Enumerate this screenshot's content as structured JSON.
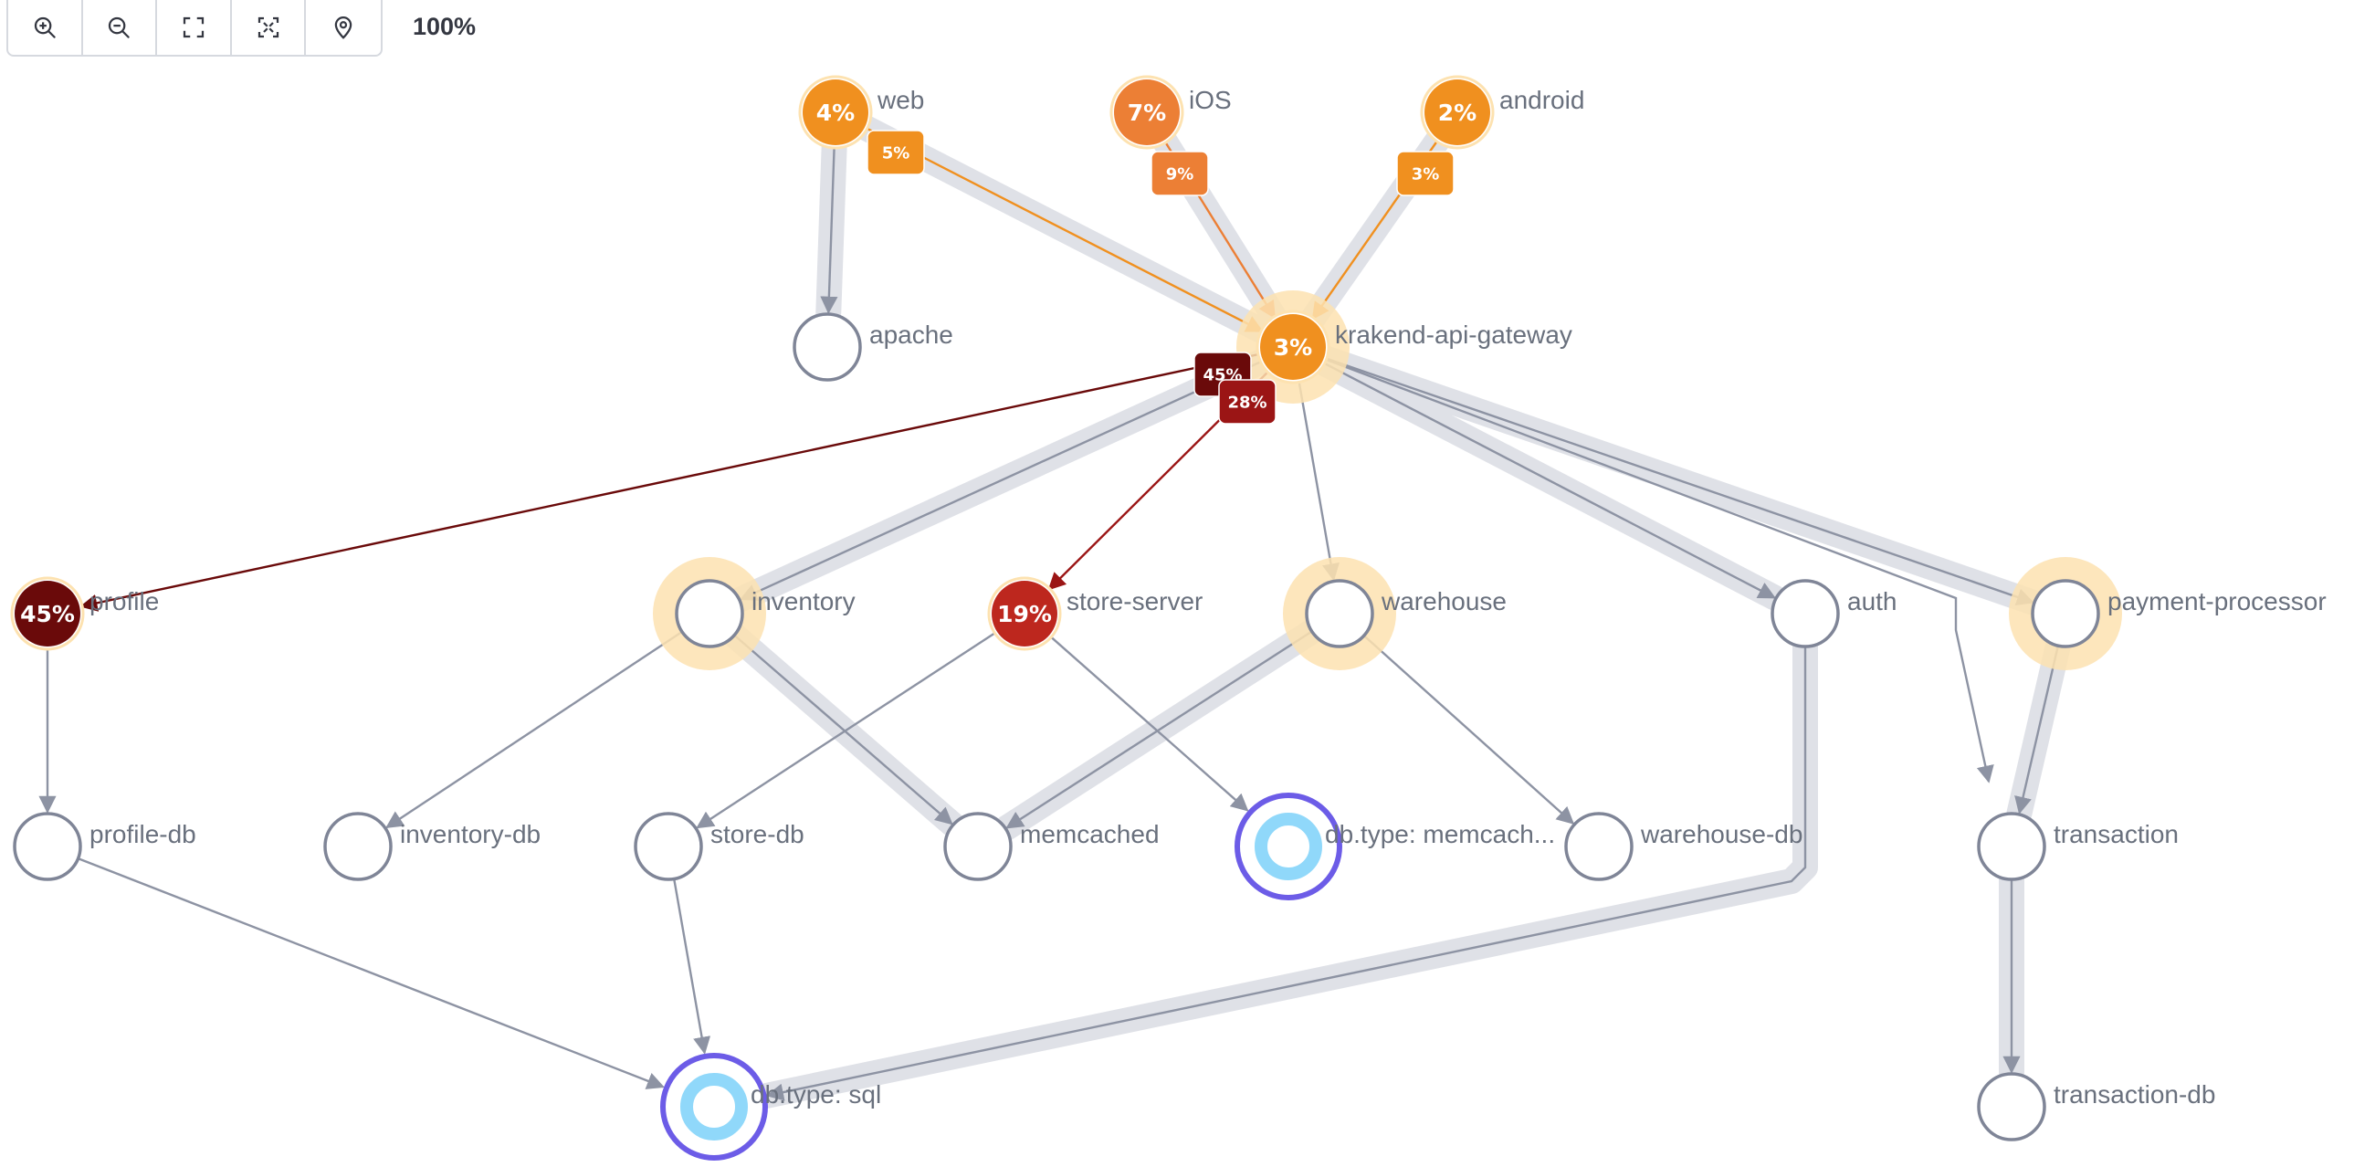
{
  "toolbar": {
    "buttons": [
      {
        "name": "zoom-in-button",
        "icon": "zoom-in-icon"
      },
      {
        "name": "zoom-out-button",
        "icon": "zoom-out-icon"
      },
      {
        "name": "fit-to-screen-button",
        "icon": "fit-screen-icon"
      },
      {
        "name": "center-button",
        "icon": "expand-icon"
      },
      {
        "name": "focus-node-button",
        "icon": "map-pin-icon"
      }
    ],
    "zoom_level": "100%"
  },
  "colors": {
    "edge_gray": "#8d93a3",
    "edge_highlight": "#dfe1e7",
    "halo": "#fde2b0",
    "orange": "#f0901f",
    "orange_dark": "#ec7f35",
    "red": "#bd271e",
    "dark_red": "#6a0a0a",
    "external_ring": "#6c5ce7",
    "external_inner": "#90d8fa"
  },
  "nodes": [
    {
      "id": "web",
      "label": "web",
      "pct": "4%",
      "fill": "#f0901f"
    },
    {
      "id": "ios",
      "label": "iOS",
      "pct": "7%",
      "fill": "#ec7f35"
    },
    {
      "id": "android",
      "label": "android",
      "pct": "2%",
      "fill": "#f0901f"
    },
    {
      "id": "apache",
      "label": "apache",
      "pct": ""
    },
    {
      "id": "gateway",
      "label": "krakend-api-gateway",
      "pct": "3%",
      "fill": "#f0901f",
      "halo": true
    },
    {
      "id": "profile",
      "label": "profile",
      "pct": "45%",
      "fill": "#6a0a0a"
    },
    {
      "id": "inventory",
      "label": "inventory",
      "pct": "",
      "halo": true
    },
    {
      "id": "store-server",
      "label": "store-server",
      "pct": "19%",
      "fill": "#bd271e"
    },
    {
      "id": "warehouse",
      "label": "warehouse",
      "pct": "",
      "halo": true
    },
    {
      "id": "auth",
      "label": "auth",
      "pct": ""
    },
    {
      "id": "payment-processor",
      "label": "payment-processor",
      "pct": "",
      "halo": true
    },
    {
      "id": "profile-db",
      "label": "profile-db",
      "pct": ""
    },
    {
      "id": "inventory-db",
      "label": "inventory-db",
      "pct": ""
    },
    {
      "id": "store-db",
      "label": "store-db",
      "pct": ""
    },
    {
      "id": "memcached",
      "label": "memcached",
      "pct": ""
    },
    {
      "id": "db-memcached",
      "label": "db.type: memcach...",
      "pct": "",
      "external": true
    },
    {
      "id": "warehouse-db",
      "label": "warehouse-db",
      "pct": ""
    },
    {
      "id": "transaction",
      "label": "transaction",
      "pct": ""
    },
    {
      "id": "db-sql",
      "label": "db.type: sql",
      "pct": "",
      "external": true
    },
    {
      "id": "transaction-db",
      "label": "transaction-db",
      "pct": ""
    }
  ],
  "edges": [
    {
      "from": "web",
      "to": "apache",
      "highlight": true
    },
    {
      "from": "web",
      "to": "gateway",
      "color": "#f0901f",
      "badge": "5%",
      "highlight": true
    },
    {
      "from": "ios",
      "to": "gateway",
      "color": "#ec7f35",
      "badge": "9%",
      "highlight": true
    },
    {
      "from": "android",
      "to": "gateway",
      "color": "#f0901f",
      "badge": "3%",
      "highlight": true
    },
    {
      "from": "gateway",
      "to": "profile",
      "color": "#6a0a0a",
      "badge": "45%"
    },
    {
      "from": "gateway",
      "to": "store-server",
      "color": "#9b1515",
      "badge": "28%"
    },
    {
      "from": "gateway",
      "to": "inventory",
      "highlight": true
    },
    {
      "from": "gateway",
      "to": "warehouse"
    },
    {
      "from": "gateway",
      "to": "auth",
      "highlight": true
    },
    {
      "from": "gateway",
      "to": "payment-processor",
      "highlight": true
    },
    {
      "from": "gateway",
      "to": "transaction"
    },
    {
      "from": "profile",
      "to": "profile-db"
    },
    {
      "from": "inventory",
      "to": "inventory-db"
    },
    {
      "from": "inventory",
      "to": "memcached",
      "highlight": true
    },
    {
      "from": "store-server",
      "to": "store-db"
    },
    {
      "from": "store-server",
      "to": "db-memcached"
    },
    {
      "from": "warehouse",
      "to": "memcached",
      "highlight": true
    },
    {
      "from": "warehouse",
      "to": "warehouse-db"
    },
    {
      "from": "auth",
      "to": "db-sql",
      "highlight": true
    },
    {
      "from": "payment-processor",
      "to": "transaction",
      "highlight": true
    },
    {
      "from": "profile-db",
      "to": "db-sql"
    },
    {
      "from": "store-db",
      "to": "db-sql"
    },
    {
      "from": "transaction",
      "to": "transaction-db",
      "highlight": true
    }
  ]
}
